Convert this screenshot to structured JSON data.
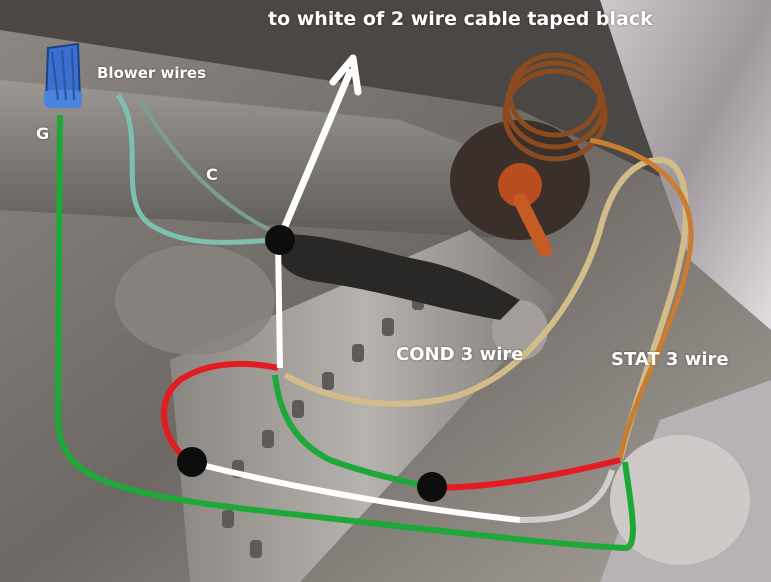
{
  "labels": {
    "title": "to white of 2 wire cable taped black",
    "blower_wires": "Blower wires",
    "g": "G",
    "c": "C",
    "cond": "COND 3 wire",
    "stat": "STAT 3 wire"
  },
  "colors": {
    "annotation_green": "#1fa83a",
    "annotation_red": "#e31b23",
    "annotation_white": "#ffffff",
    "junction_black": "#0d0d0d",
    "label_text": "#ffffff"
  },
  "icons": [
    "wire-nut-icon",
    "arrow-up-icon",
    "junction-dot-icon"
  ]
}
